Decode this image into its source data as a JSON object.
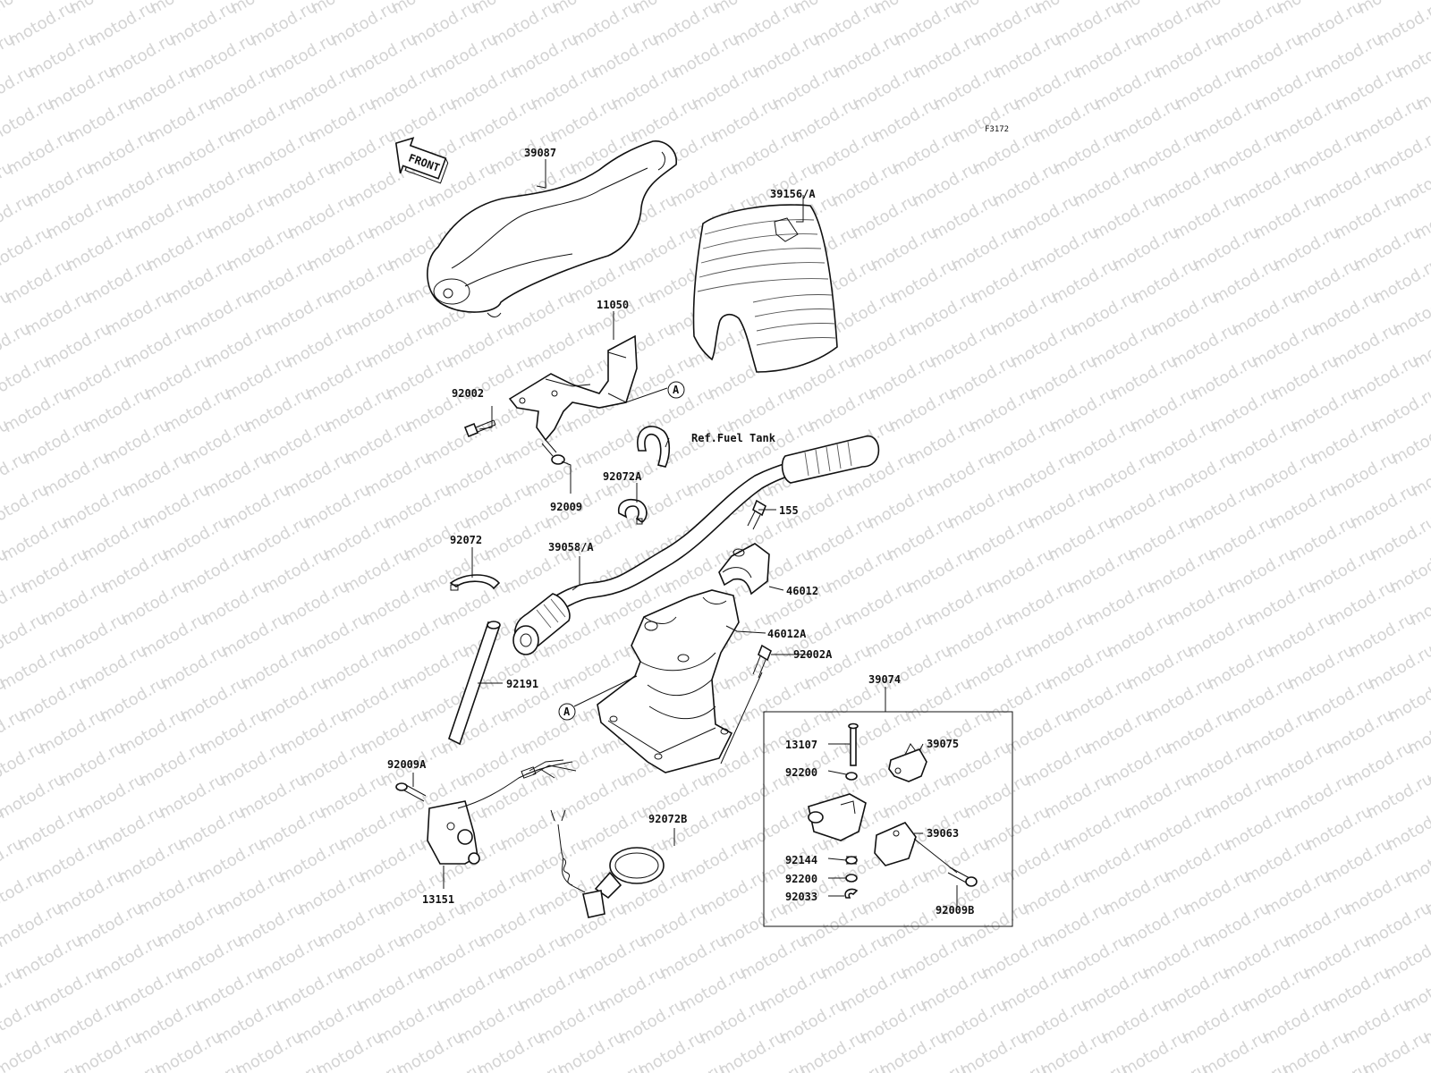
{
  "figure_code": "F3172",
  "watermark_text": "motod.ru",
  "front_arrow_label": "FRONT",
  "ref_labels": {
    "A_top": "A",
    "A_bottom": "A"
  },
  "parts": {
    "p39087": "39087",
    "p39156": "39156/A",
    "p11050": "11050",
    "p92002": "92002",
    "pRefFuel": "Ref.Fuel Tank",
    "p92009": "92009",
    "p92072A": "92072A",
    "p155": "155",
    "p92072": "92072",
    "p39058": "39058/A",
    "p46012": "46012",
    "p46012A": "46012A",
    "p92002A": "92002A",
    "p92191": "92191",
    "p39074": "39074",
    "p13107": "13107",
    "p39075": "39075",
    "p92200a": "92200",
    "p39063": "39063",
    "p92144": "92144",
    "p92200b": "92200",
    "p92033": "92033",
    "p92009B": "92009B",
    "p92009A": "92009A",
    "p92072B": "92072B",
    "p13151": "13151"
  }
}
